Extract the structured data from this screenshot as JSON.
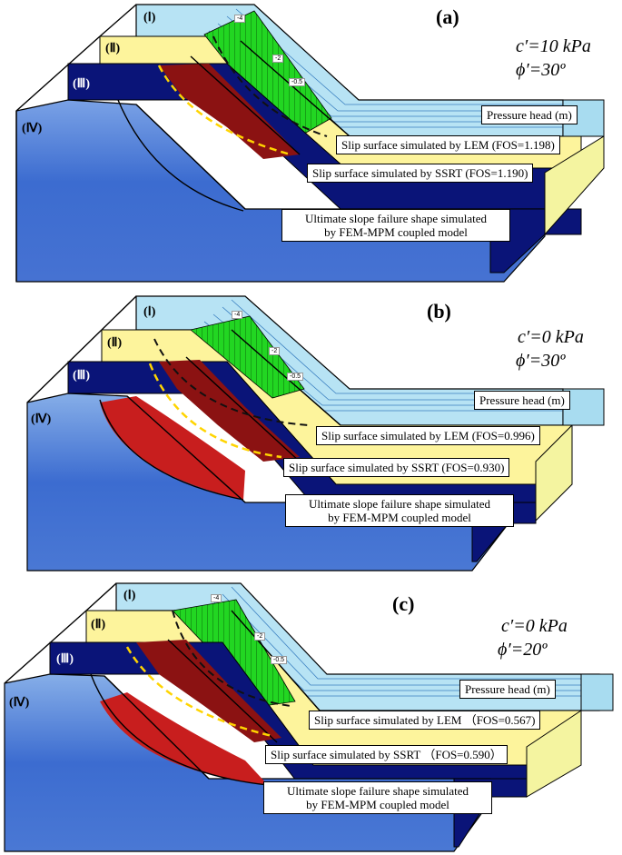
{
  "panels": [
    {
      "label": "(a)",
      "c": "c′=10 kPa",
      "phi": "ϕ′=30º",
      "zones": [
        "(Ⅰ)",
        "(Ⅱ)",
        "(Ⅲ)",
        "(Ⅳ)"
      ],
      "pressure": "Pressure head (m)",
      "lem": "Slip surface simulated by LEM (FOS=1.198)",
      "ssrt": "Slip surface simulated by SSRT (FOS=1.190)",
      "mpm1": "Ultimate slope failure shape simulated",
      "mpm2": "by FEM-MPM coupled model",
      "contours": [
        "-4",
        "-2",
        "-0.5"
      ]
    },
    {
      "label": "(b)",
      "c": "c′=0 kPa",
      "phi": "ϕ′=30º",
      "zones": [
        "(Ⅰ)",
        "(Ⅱ)",
        "(Ⅲ)",
        "(Ⅳ)"
      ],
      "pressure": "Pressure head (m)",
      "lem": "Slip surface simulated by LEM (FOS=0.996)",
      "ssrt": "Slip surface simulated by SSRT (FOS=0.930)",
      "mpm1": "Ultimate slope failure shape simulated",
      "mpm2": "by FEM-MPM coupled model",
      "contours": [
        "-4",
        "-2",
        "-0.5"
      ]
    },
    {
      "label": "(c)",
      "c": "c′=0 kPa",
      "phi": "ϕ′=20º",
      "zones": [
        "(Ⅰ)",
        "(Ⅱ)",
        "(Ⅲ)",
        "(Ⅳ)"
      ],
      "pressure": "Pressure head (m)",
      "lem": "Slip surface simulated by LEM （FOS=0.567)",
      "ssrt": "Slip surface simulated by SSRT （FOS=0.590）",
      "mpm1": "Ultimate slope failure shape simulated",
      "mpm2": "by FEM-MPM coupled model",
      "contours": [
        "-4",
        "-2",
        "-0.5"
      ]
    }
  ],
  "colors": {
    "navy": "#0a1478",
    "yellow": "#fdf49c",
    "cyan": "#a8dcf0",
    "green": "#22d622",
    "failure": "#8b1212",
    "front": "#3464c8",
    "slip_lem": "#ffd400"
  }
}
